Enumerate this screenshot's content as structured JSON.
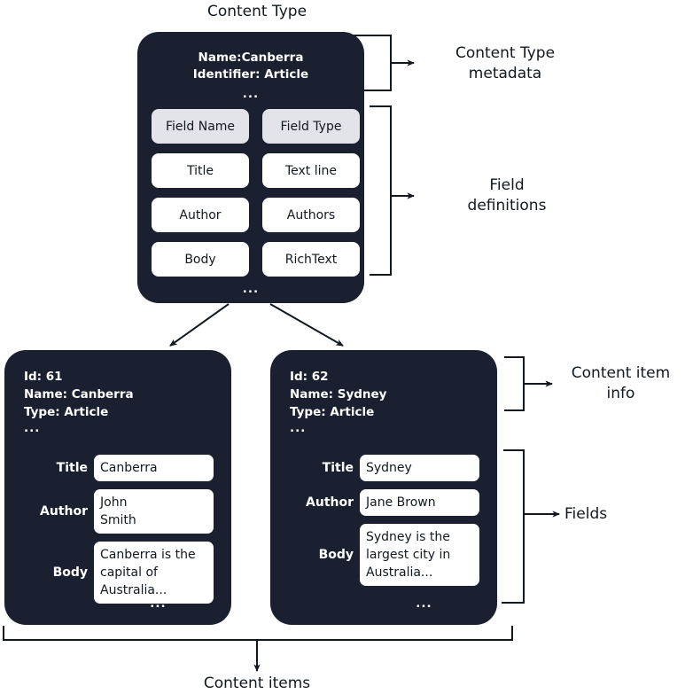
{
  "diagram": {
    "title_top": "Content Type",
    "title_bottom": "Content items"
  },
  "content_type": {
    "name_line": "Name:Canberra",
    "identifier_line": "Identifier: Article",
    "ellipsis_meta": "...",
    "ellipsis_fields": "...",
    "table": {
      "headers": [
        "Field Name",
        "Field Type"
      ],
      "rows": [
        [
          "Title",
          "Text line"
        ],
        [
          "Author",
          "Authors"
        ],
        [
          "Body",
          "RichText"
        ]
      ]
    }
  },
  "annotations": {
    "content_type_metadata": "Content Type\nmetadata",
    "field_definitions": "Field\ndefinitions",
    "content_item_info": "Content item\ninfo",
    "fields": "Fields"
  },
  "content_items": [
    {
      "id_line": "Id: 61",
      "name_line": "Name: Canberra",
      "type_line": "Type: Article",
      "ellipsis_info": "...",
      "ellipsis_fields": "...",
      "fields": [
        {
          "label": "Title",
          "value": "Canberra"
        },
        {
          "label": "Author",
          "value": "John\nSmith"
        },
        {
          "label": "Body",
          "value": "Canberra is the capital of Australia..."
        }
      ]
    },
    {
      "id_line": "Id: 62",
      "name_line": "Name: Sydney",
      "type_line": "Type: Article",
      "ellipsis_info": "...",
      "ellipsis_fields": "...",
      "fields": [
        {
          "label": "Title",
          "value": "Sydney"
        },
        {
          "label": "Author",
          "value": "Jane Brown"
        },
        {
          "label": "Body",
          "value": "Sydney is the largest city in Australia..."
        }
      ]
    }
  ],
  "colors": {
    "card_background": "#1a2030",
    "card_text": "#ffffff",
    "chip_background": "#ffffff",
    "chip_header_background": "#e3e3ea",
    "page_background": "#ffffff",
    "wire_stroke": "#111820",
    "label_text": "#111820"
  }
}
